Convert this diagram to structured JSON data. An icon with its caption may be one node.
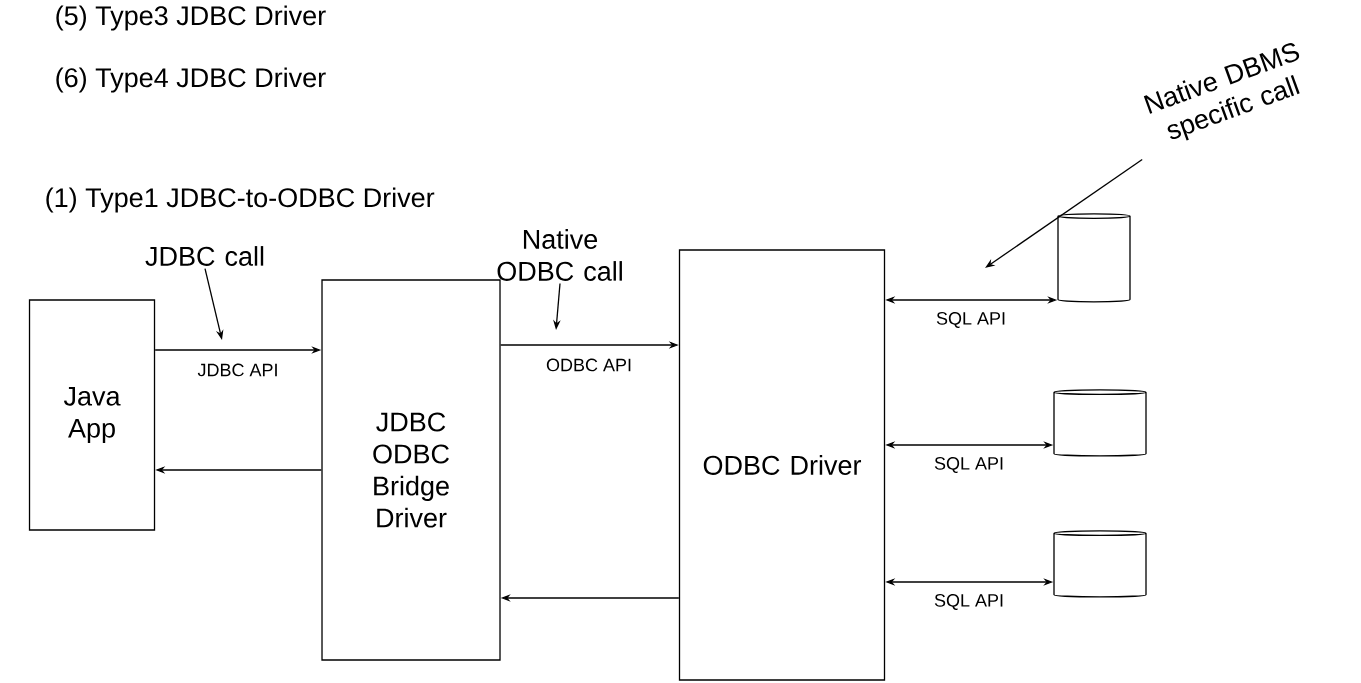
{
  "diagram": {
    "nodes": [
      {
        "text": [
          "Java App"
        ]
      },
      {
        "text": [
          "JDBC ODBC Bridge Driver"
        ]
      },
      {
        "text": [
          "ODBC Driver"
        ]
      },
      {
        "text": [],
        "shape": "cylinder"
      },
      {
        "text": [],
        "shape": "cylinder"
      },
      {
        "text": [],
        "shape": "cylinder"
      },
      {
        "text": [
          "JDBC call"
        ]
      },
      {
        "text": [
          "Native ODBC call"
        ]
      },
      {
        "text": [
          "Native DBMS specific call"
        ]
      }
    ],
    "edges": [
      {
        "from": 0,
        "to": 1,
        "arrow": "to",
        "label": "JDBC API"
      },
      {
        "from": 1,
        "to": 0,
        "arrow": "to"
      },
      {
        "from": 1,
        "to": 2,
        "arrow": "to",
        "label": "ODBC API"
      },
      {
        "from": 2,
        "to": 1,
        "arrow": "to"
      },
      {
        "from": 2,
        "to": 3,
        "arrow": "both",
        "label": "SQL API"
      },
      {
        "from": 2,
        "to": 4,
        "arrow": "both",
        "label": "SQL API"
      },
      {
        "from": 2,
        "to": 5,
        "arrow": "both",
        "label": "SQL API"
      },
      {
        "from": 6,
        "to": null,
        "arrow": "to"
      },
      {
        "from": 7,
        "to": null,
        "arrow": "to"
      },
      {
        "from": 8,
        "to": null,
        "arrow": "to"
      }
    ],
    "labels": [
      "(5) Type3 JDBC Driver",
      "(6) Type4 JDBC Driver",
      "(1) Type1 JDBC-to-ODBC Driver"
    ]
  }
}
